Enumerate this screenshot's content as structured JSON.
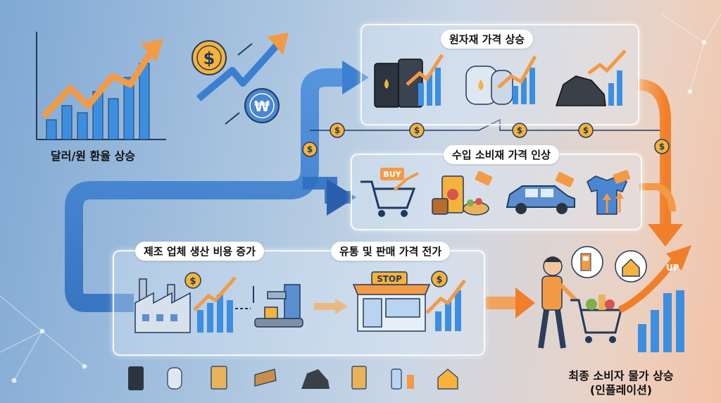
{
  "stages": {
    "exchange_rate": "달러/원 환율 상승",
    "raw_materials": "원자재 가격 상승",
    "import_goods": "수입 소비재 가격 인상",
    "manufacturing": "제조 업체 생산 비용 증가",
    "distribution": "유통 및 판매 가격 전가",
    "final_line1": "최종 소비자 물가 상승",
    "final_line2": "(인플레이션)"
  },
  "badges": {
    "buy": "BUY",
    "stop": "STOP",
    "up": "UP"
  },
  "currency": {
    "dollar": "$",
    "won": "₩"
  },
  "colors": {
    "flow_blue": "#3b7fd0",
    "orange": "#f39a45",
    "navy": "#1f3a5f",
    "bar_blue": "#3c8fe0"
  },
  "icons": [
    "oil-barrel-icon",
    "gas-tank-icon",
    "coal-icon",
    "shopping-cart-icon",
    "food-icon",
    "car-icon",
    "shirt-icon",
    "factory-icon",
    "machine-icon",
    "store-icon",
    "consumer-icon",
    "gas-station-icon",
    "house-icon"
  ]
}
